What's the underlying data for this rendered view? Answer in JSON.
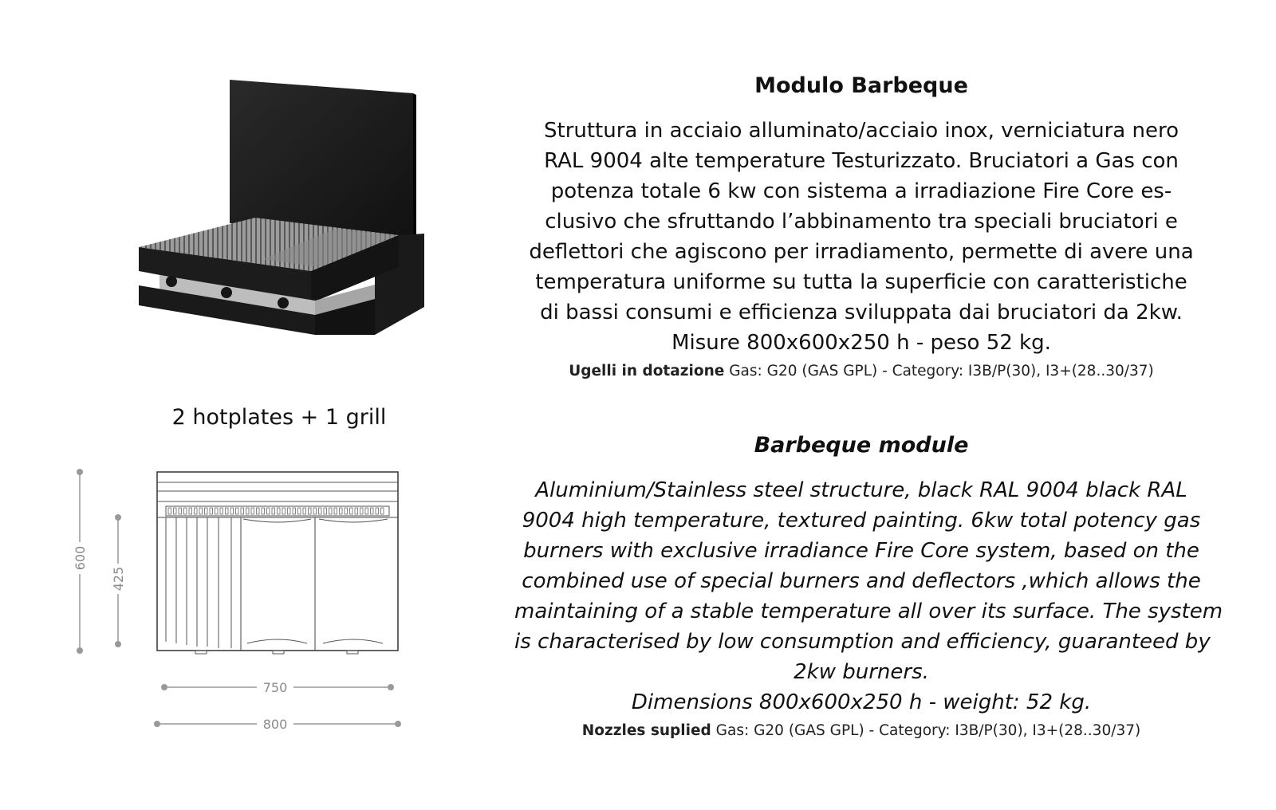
{
  "product_image_label": "barbeque-module-product-photo",
  "caption": "2 hotplates + 1 grill",
  "drawing": {
    "dimensions": {
      "height_outer": "600",
      "height_inner": "425",
      "width_inner": "750",
      "width_outer": "800"
    }
  },
  "italian": {
    "title": "Modulo Barbeque",
    "body_lines": [
      "Struttura in acciaio alluminato/acciaio inox, verniciatura nero",
      "RAL 9004 alte temperature Testurizzato. Bruciatori a Gas con",
      "potenza totale 6 kw con sistema a irradiazione Fire Core es-",
      "clusivo che sfruttando l’abbinamento tra speciali bruciatori e",
      "deflettori che agiscono per irradiamento, permette di avere una",
      "temperatura uniforme su tutta la superficie con caratteristiche",
      "di bassi consumi e efficienza sviluppata dai bruciatori da 2kw.",
      "Misure 800x600x250 h - peso 52 kg."
    ],
    "nozzles_label": "Ugelli in dotazione",
    "nozzles_value": "Gas: G20 (GAS GPL) - Category: I3B/P(30), I3+(28..30/37)"
  },
  "english": {
    "title": "Barbeque module",
    "body_lines": [
      "Aluminium/Stainless steel structure, black RAL 9004 black RAL",
      "9004 high temperature, textured painting. 6kw total potency gas",
      "burners with exclusive irradiance Fire Core system, based on the",
      "combined use of special burners and deflectors ,which allows the",
      "maintaining of a stable temperature all over its surface.  The system",
      "is characterised by low consumption and efficiency, guaranteed by",
      "2kw burners.",
      "Dimensions 800x600x250 h - weight: 52 kg."
    ],
    "nozzles_label": "Nozzles suplied",
    "nozzles_value": "Gas: G20 (GAS GPL) - Category: I3B/P(30), I3+(28..30/37)"
  }
}
